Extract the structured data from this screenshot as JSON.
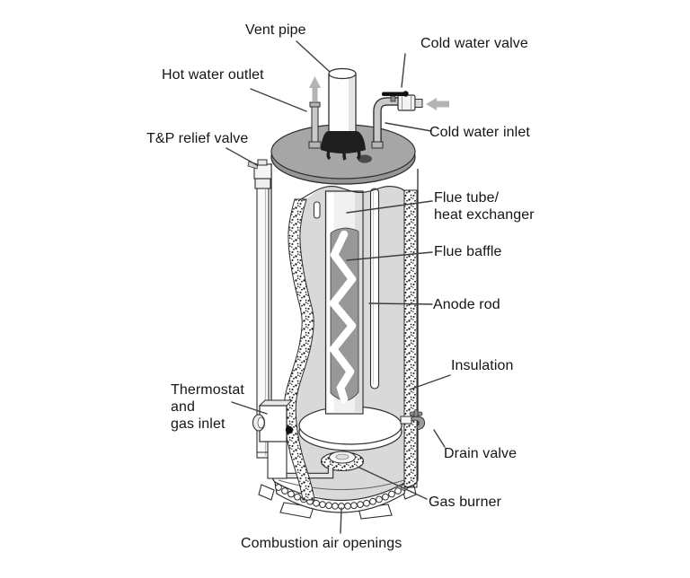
{
  "diagram": {
    "labels": {
      "vent_pipe": "Vent pipe",
      "cold_water_valve": "Cold water valve",
      "hot_water_outlet": "Hot water outlet",
      "cold_water_inlet": "Cold water inlet",
      "tp_relief_valve": "T&P relief valve",
      "flue_tube_line1": "Flue tube/",
      "flue_tube_line2": "heat exchanger",
      "flue_baffle": "Flue baffle",
      "anode_rod": "Anode rod",
      "insulation": "Insulation",
      "thermostat_line1": "Thermostat",
      "thermostat_line2": "and",
      "thermostat_line3": "gas inlet",
      "drain_valve": "Drain valve",
      "gas_burner": "Gas burner",
      "combustion_air_openings": "Combustion air openings"
    },
    "icons": {
      "hot_water_flow": "up-arrow",
      "cold_water_flow": "left-arrow"
    },
    "colors": {
      "background": "#ffffff",
      "label_text": "#151515",
      "leader_line": "#3f3f3f",
      "tank_top_gray": "#a6a6a6",
      "tank_rim_gray": "#969696",
      "interior_gray": "#d9d9d9",
      "flue_panel_gray": "#989898",
      "draft_hood_black": "#1f1f1f",
      "flow_arrow_gray": "#b4b4b4",
      "pipe_gray": "#c9c9c9",
      "anode_port_gray": "#4a4a4a"
    }
  }
}
